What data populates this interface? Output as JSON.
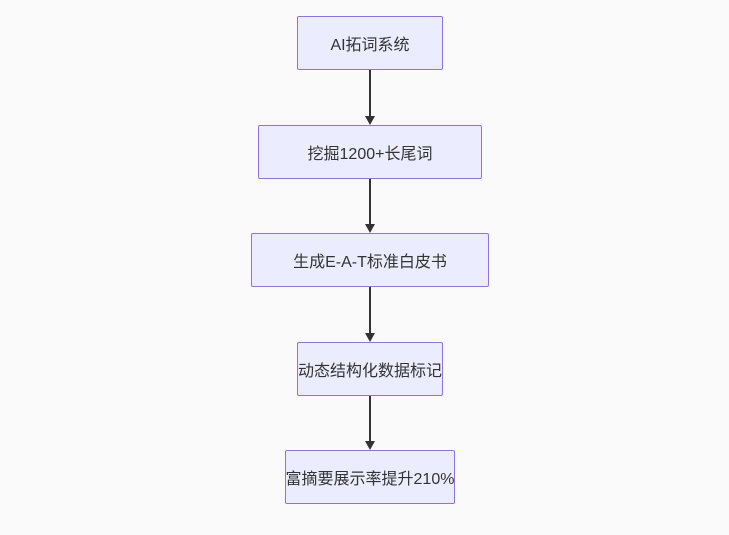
{
  "diagram": {
    "type": "flowchart",
    "direction": "top-down",
    "colors": {
      "background": "#fafafa",
      "node_fill": "#ececff",
      "node_border": "#9370db",
      "node_text": "#333333",
      "arrow": "#333333"
    },
    "nodes": [
      {
        "label": "AI拓词系统"
      },
      {
        "label": "挖掘1200+长尾词"
      },
      {
        "label": "生成E-A-T标准白皮书"
      },
      {
        "label": "动态结构化数据标记"
      },
      {
        "label": "富摘要展示率提升210%"
      }
    ],
    "edges": [
      {
        "from": 0,
        "to": 1
      },
      {
        "from": 1,
        "to": 2
      },
      {
        "from": 2,
        "to": 3
      },
      {
        "from": 3,
        "to": 4
      }
    ]
  }
}
